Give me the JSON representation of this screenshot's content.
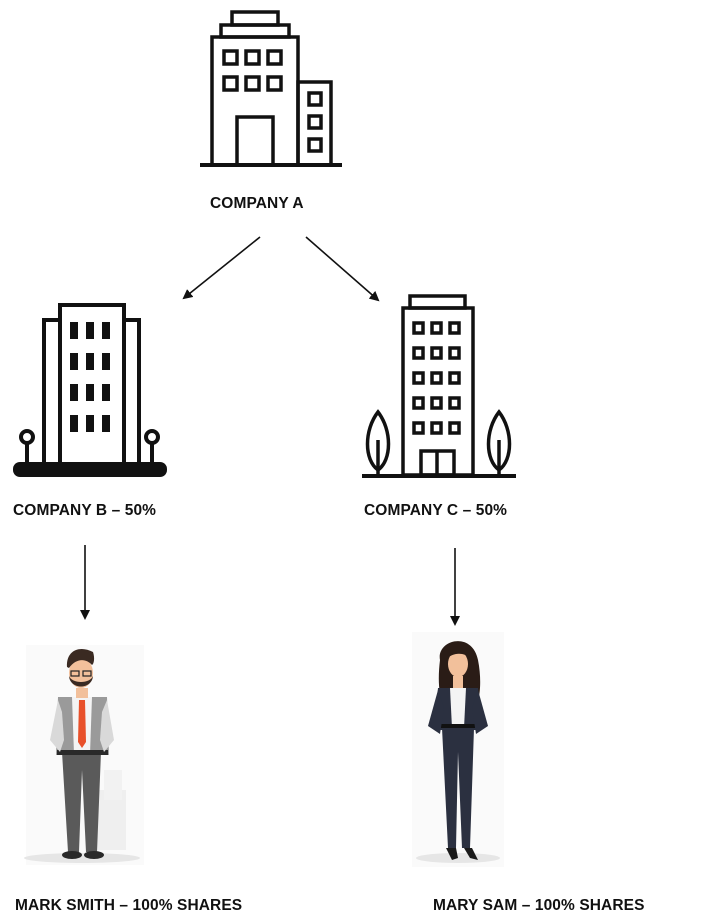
{
  "nodes": {
    "company_a": {
      "label": "COMPANY A",
      "icon": "office-building-icon"
    },
    "company_b": {
      "label": "COMPANY B – 50%",
      "icon": "tower-building-icon"
    },
    "company_c": {
      "label": "COMPANY C – 50%",
      "icon": "building-with-trees-icon"
    },
    "mark_smith": {
      "label": "MARK SMITH – 100% SHARES",
      "icon": "businessman-illustration"
    },
    "mary_sam": {
      "label": "MARY SAM – 100% SHARES",
      "icon": "businesswoman-illustration"
    }
  },
  "edges": [
    {
      "from": "company_a",
      "to": "company_b"
    },
    {
      "from": "company_a",
      "to": "company_c"
    },
    {
      "from": "company_b",
      "to": "mark_smith"
    },
    {
      "from": "company_c",
      "to": "mary_sam"
    }
  ],
  "colors": {
    "line": "#111111",
    "tie": "#e8502a",
    "skin": "#f2c09b",
    "hair_man": "#3a2a22",
    "hair_woman": "#2a1c16"
  }
}
